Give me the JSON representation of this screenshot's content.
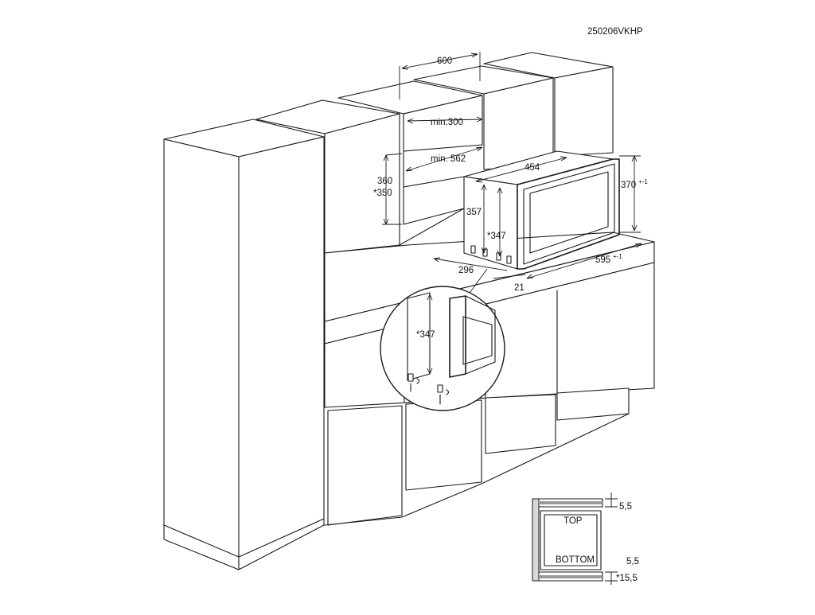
{
  "drawing_code": "250206VKHP",
  "dimensions": {
    "niche_width": "600",
    "min_depth_top": "min.300",
    "min_depth": "min. 562",
    "niche_height": "360",
    "niche_height_alt": "*350",
    "appliance_width": "454",
    "appliance_front_height": "370",
    "appliance_front_height_tol": "+-1",
    "appliance_height": "357",
    "appliance_height_alt": "*347",
    "depth": "296",
    "front_offset": "21",
    "front_width": "595",
    "front_width_tol": "+-1",
    "detail_height": "*347"
  },
  "inset": {
    "top_label": "TOP",
    "bottom_label": "BOTTOM",
    "gap_top": "5,5",
    "gap_bottom": "5,5",
    "gap_bottom_alt": "*15,5"
  }
}
